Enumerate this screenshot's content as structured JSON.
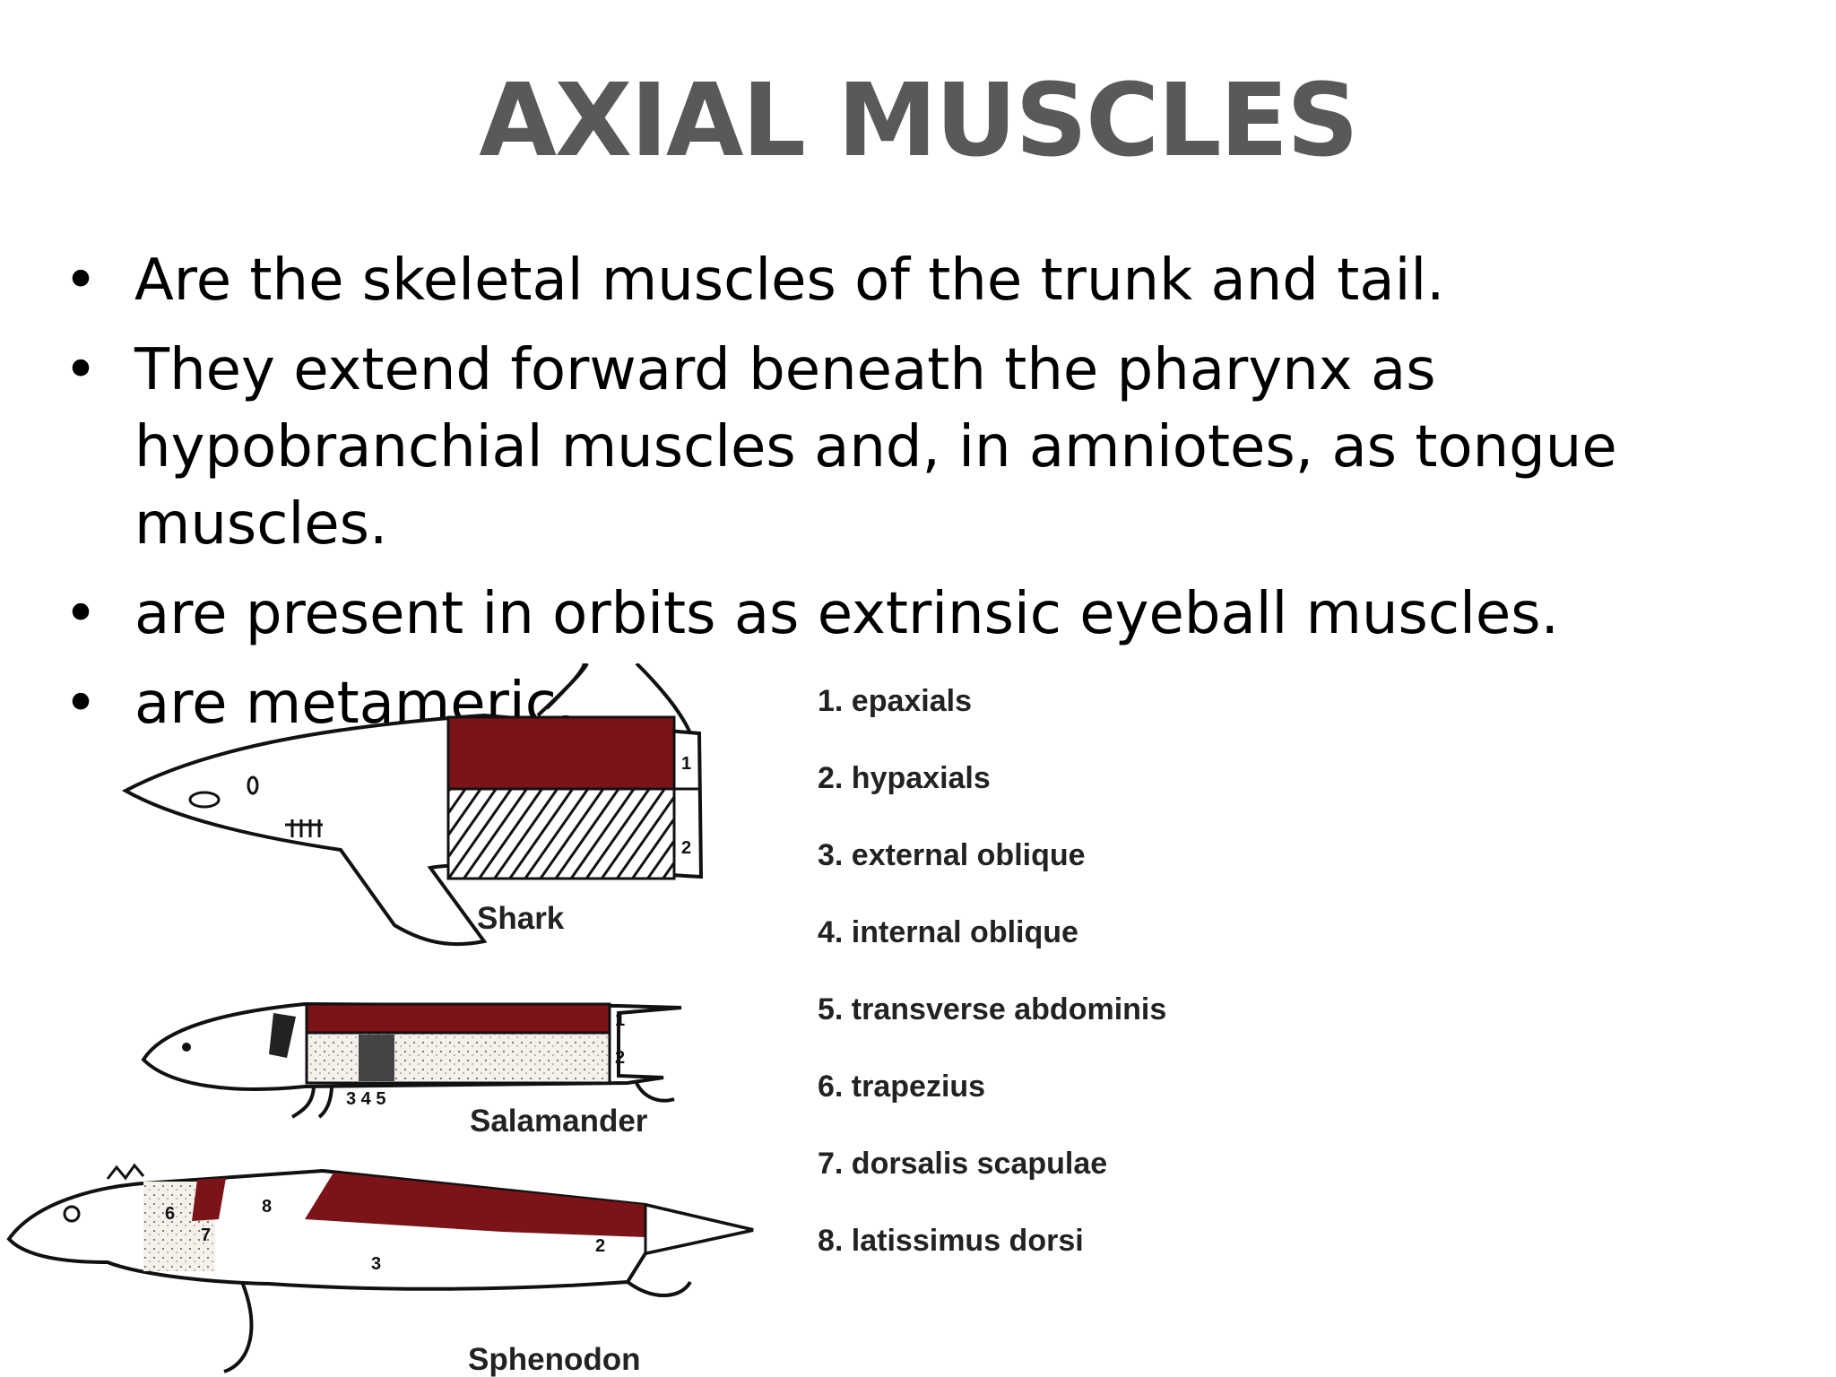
{
  "slide": {
    "title": "AXIAL MUSCLES",
    "bullet_char": "•",
    "bullets": [
      "Are the skeletal muscles of the trunk and tail.",
      "They extend forward beneath the pharynx as hypobranchial muscles and, in amniotes, as tongue muscles.",
      "are present in orbits as extrinsic eyeball muscles.",
      "are metameric."
    ]
  },
  "figure": {
    "animals": [
      "Shark",
      "Salamander",
      "Sphenodon"
    ],
    "numbers": {
      "shark": [
        "1",
        "2"
      ],
      "salamander": [
        "1",
        "2",
        "3 4 5"
      ],
      "sphenodon": [
        "6",
        "7",
        "8",
        "3",
        "2"
      ]
    },
    "legend": [
      "1. epaxials",
      "2. hypaxials",
      "3. external oblique",
      "4. internal oblique",
      "5. transverse abdominis",
      "6. trapezius",
      "7. dorsalis scapulae",
      "8. latissimus dorsi"
    ],
    "colors": {
      "muscle": "#7b1318",
      "outline": "#111111",
      "title": "#595959"
    }
  }
}
